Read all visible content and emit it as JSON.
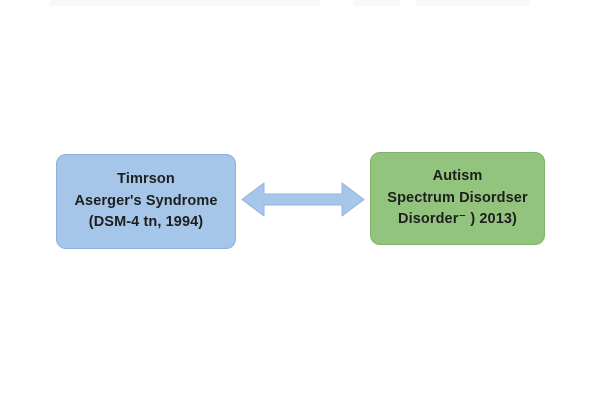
{
  "diagram": {
    "background_color": "#ffffff",
    "text_color": "#1e1e1e",
    "boxes": [
      {
        "id": "left",
        "fill_color": "#a5c6e9",
        "border_color": "#8ab1dd",
        "lines": [
          "Timrson",
          "Aserger's Syndrome",
          "(DSM-4 tn, 1994)"
        ]
      },
      {
        "id": "right",
        "fill_color": "#93c47d",
        "border_color": "#80b36a",
        "lines": [
          "Autism",
          "Spectrum Disordser",
          "Disorder⁻ ) 2013)"
        ]
      }
    ],
    "connector": {
      "type": "double-headed-arrow",
      "color": "#a6c7e9",
      "edge_color": "#8fb4de",
      "direction": "horizontal"
    }
  }
}
